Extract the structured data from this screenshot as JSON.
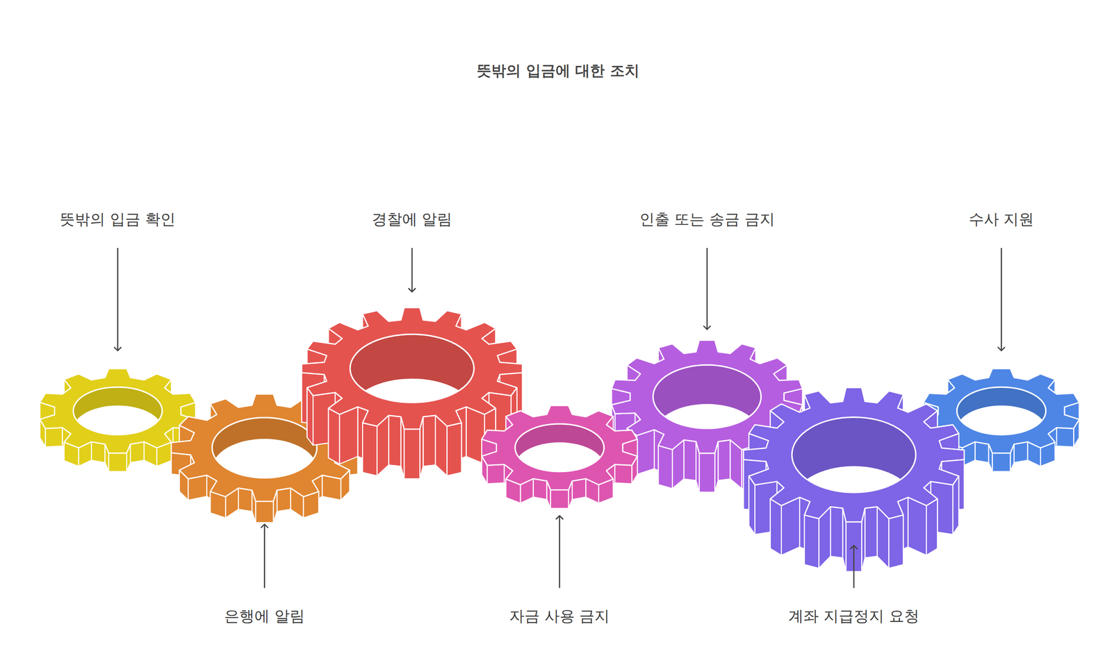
{
  "diagram": {
    "title": "뜻밖의 입금에 대한 조치",
    "labels": [
      "뜻밖의 입금 확인",
      "은행에 알림",
      "경찰에 알림",
      "자금 사용 금지",
      "인출 또는 송금 금지",
      "계좌 지급정지 요청",
      "수사 지원"
    ]
  }
}
